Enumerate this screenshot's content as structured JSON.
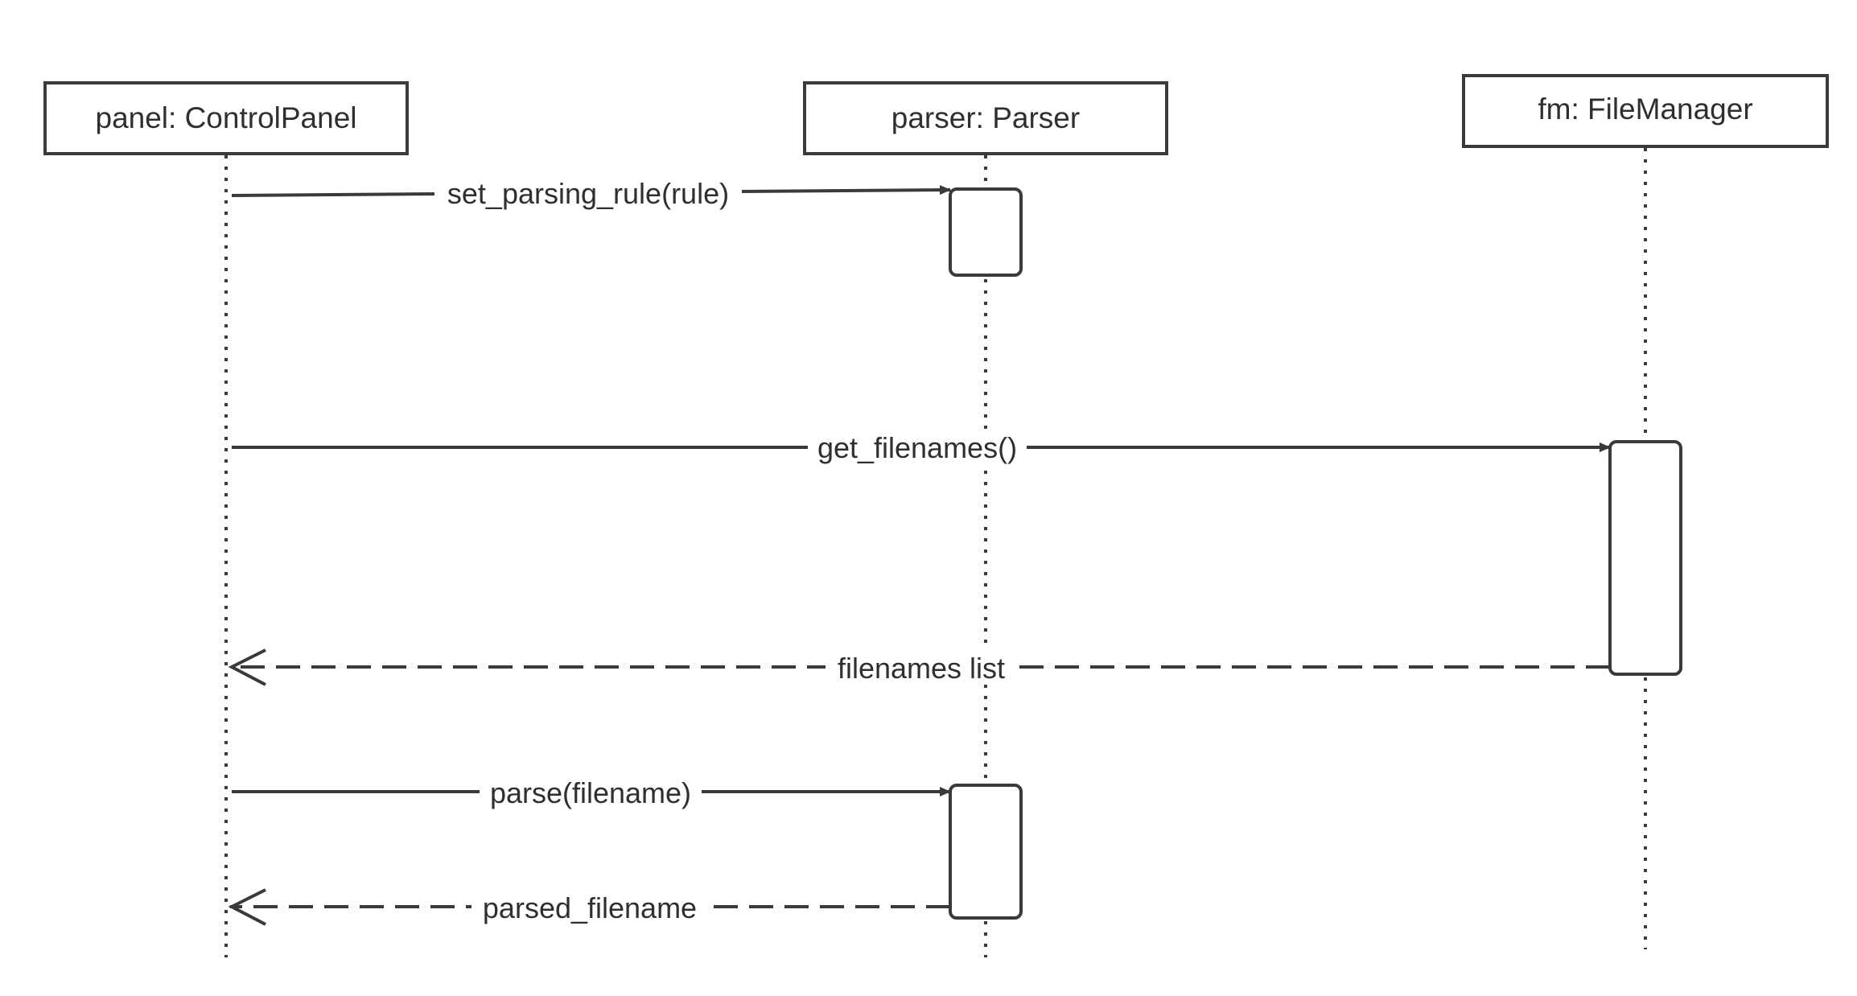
{
  "diagram": {
    "type": "sequence",
    "participants": [
      {
        "id": "panel",
        "label": "panel: ControlPanel"
      },
      {
        "id": "parser",
        "label": "parser: Parser"
      },
      {
        "id": "fm",
        "label": "fm: FileManager"
      }
    ],
    "messages": [
      {
        "from": "panel",
        "to": "parser",
        "label": "set_parsing_rule(rule)",
        "kind": "call"
      },
      {
        "from": "panel",
        "to": "fm",
        "label": "get_filenames()",
        "kind": "call"
      },
      {
        "from": "fm",
        "to": "panel",
        "label": "filenames list",
        "kind": "return"
      },
      {
        "from": "panel",
        "to": "parser",
        "label": "parse(filename)",
        "kind": "call"
      },
      {
        "from": "parser",
        "to": "panel",
        "label": "parsed_filename",
        "kind": "return"
      }
    ]
  },
  "colors": {
    "stroke": "#3a3a3a",
    "text": "#2f2f2f",
    "background": "#ffffff"
  }
}
